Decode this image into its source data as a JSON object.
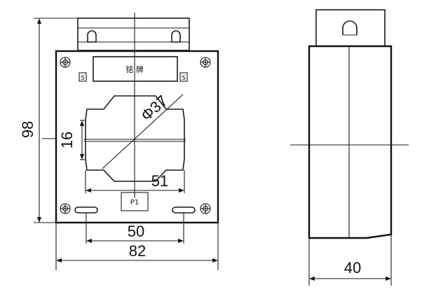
{
  "front_view": {
    "dimensions": {
      "height": "98",
      "window_height": "16",
      "hole_diameter": "Φ37",
      "window_width": "51",
      "mounting_spacing": "50",
      "overall_width": "82"
    },
    "nameplate_text": "铭 牌",
    "terminal_left_label": "S",
    "terminal_right_label": "S",
    "center_label": "P1"
  },
  "side_view": {
    "dimensions": {
      "depth": "40"
    }
  }
}
